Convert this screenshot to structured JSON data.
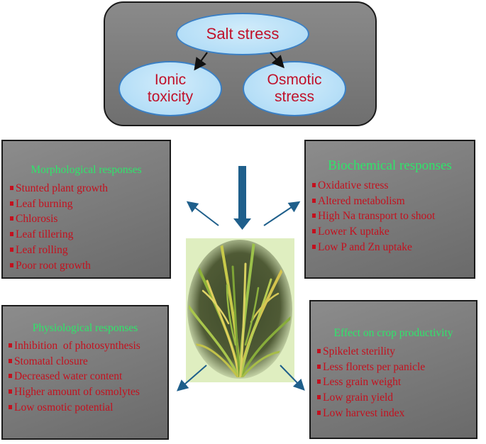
{
  "stress": {
    "salt": "Salt stress",
    "ionic_line1": "Ionic",
    "ionic_line2": "toxicity",
    "osmotic_line1": "Osmotic",
    "osmotic_line2": "stress"
  },
  "panels": {
    "morphological": {
      "title": "Morphological responses",
      "items": [
        "Stunted plant growth",
        "Leaf burning",
        "Chlorosis",
        "Leaf tillering",
        "Leaf rolling",
        "Poor root growth"
      ]
    },
    "biochemical": {
      "title": "Biochemical responses",
      "items": [
        "Oxidative stress",
        "Altered metabolism",
        "High Na transport to shoot",
        "Lower K uptake",
        "Low P and Zn uptake"
      ]
    },
    "physiological": {
      "title": "Physiological responses",
      "items": [
        "Inhibition  of photosynthesis",
        "Stomatal closure",
        "Decreased water content",
        "Higher amount of osmolytes",
        "Low osmotic potential"
      ]
    },
    "productivity": {
      "title": "Effect on crop productivity",
      "items": [
        "Spikelet sterility",
        "Less florets per panicle",
        "Less grain weight",
        "Low grain yield",
        "Low harvest index"
      ]
    }
  },
  "colors": {
    "title_green": "#2ee66a",
    "item_red": "#c4101e",
    "ellipse_text": "#c0112a",
    "arrow_blue": "#1f5f8b"
  }
}
